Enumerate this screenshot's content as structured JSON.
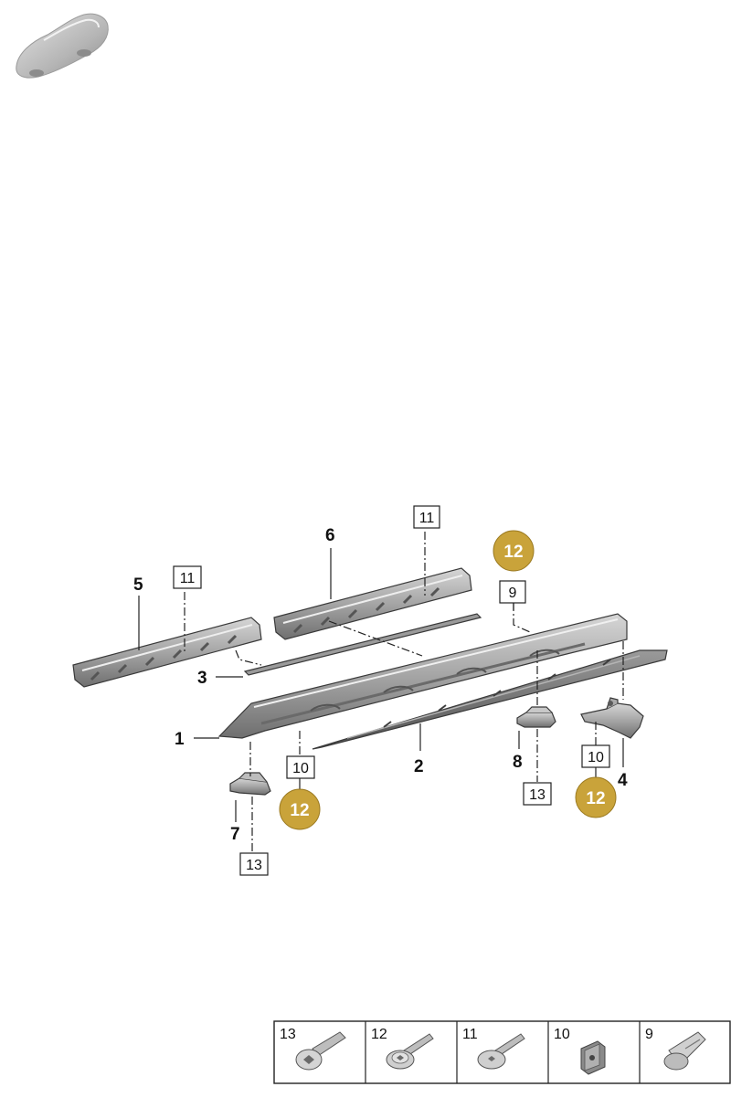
{
  "diagram": {
    "callouts": [
      {
        "id": "c1",
        "label": "1"
      },
      {
        "id": "c2",
        "label": "2"
      },
      {
        "id": "c3",
        "label": "3"
      },
      {
        "id": "c4",
        "label": "4"
      },
      {
        "id": "c5",
        "label": "5"
      },
      {
        "id": "c6",
        "label": "6"
      },
      {
        "id": "c7",
        "label": "7"
      },
      {
        "id": "c8",
        "label": "8"
      }
    ],
    "boxed_refs": [
      {
        "id": "b11a",
        "label": "11"
      },
      {
        "id": "b11b",
        "label": "11"
      },
      {
        "id": "b9",
        "label": "9"
      },
      {
        "id": "b10a",
        "label": "10"
      },
      {
        "id": "b10b",
        "label": "10"
      },
      {
        "id": "b13a",
        "label": "13"
      },
      {
        "id": "b13b",
        "label": "13"
      }
    ],
    "gold_refs": [
      {
        "id": "g12a",
        "label": "12"
      },
      {
        "id": "g12b",
        "label": "12"
      },
      {
        "id": "g12c",
        "label": "12"
      }
    ],
    "colors": {
      "gold": "#c9a33a",
      "gold_stroke": "#9c7b22",
      "part_fill": "#8e8e8e",
      "part_light": "#c2c2c2",
      "part_dark": "#5e5e5e"
    }
  },
  "legend": {
    "cells": [
      {
        "label": "13",
        "icon": "pan-head-torx-screw-icon"
      },
      {
        "label": "12",
        "icon": "flange-torx-screw-icon"
      },
      {
        "label": "11",
        "icon": "torx-screw-icon"
      },
      {
        "label": "10",
        "icon": "clip-nut-icon"
      },
      {
        "label": "9",
        "icon": "expansion-clip-icon"
      }
    ]
  }
}
